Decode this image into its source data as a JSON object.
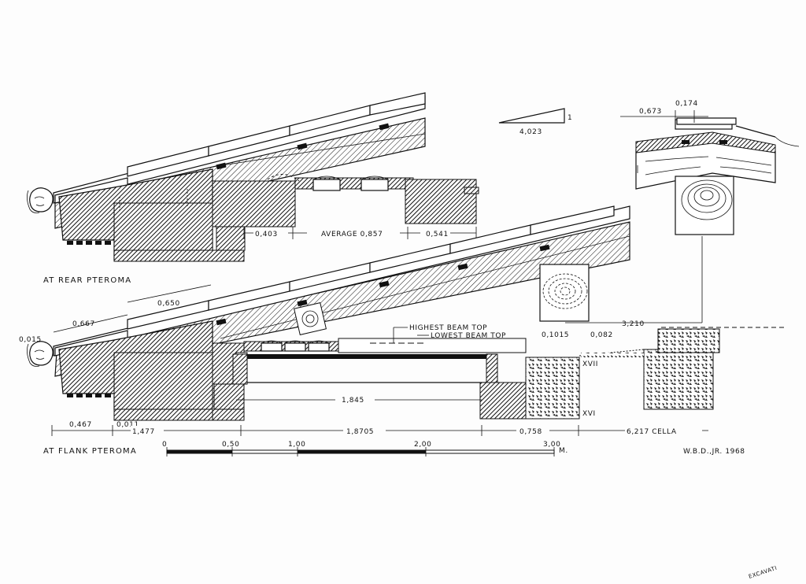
{
  "labels": {
    "rear_caption": "AT REAR PTEROMA",
    "flank_caption": "AT FLANK PTEROMA",
    "highest_beam_top": "HIGHEST BEAM TOP",
    "lowest_beam_top": "LOWEST BEAM TOP",
    "signature": "W.B.D.,JR. 1968",
    "stamp": "EXCAVATI"
  },
  "slope": {
    "rise": "1",
    "run": "4,023"
  },
  "dimensions": {
    "d0403": "0,403",
    "average": "AVERAGE 0,857",
    "d0541": "0,541",
    "d0673": "0,673",
    "d0174": "0,174",
    "d0015": "0,015",
    "d0667": "0,667",
    "d0650": "0,650",
    "d01015": "0,1015",
    "d0082": "0,082",
    "d3210": "3,210",
    "d1845": "1,845",
    "d0467": "0,467",
    "d0011": "0,011",
    "d1477": "1,477",
    "d18705": "1,8705",
    "d0758": "0,758",
    "cella": "6,217  CELLA"
  },
  "roman": {
    "xvii": "XVII",
    "xvi": "XVI"
  },
  "scale": {
    "ticks": [
      "0",
      "0,50",
      "1,00",
      "2,00",
      "3,00"
    ],
    "unit": "M."
  }
}
